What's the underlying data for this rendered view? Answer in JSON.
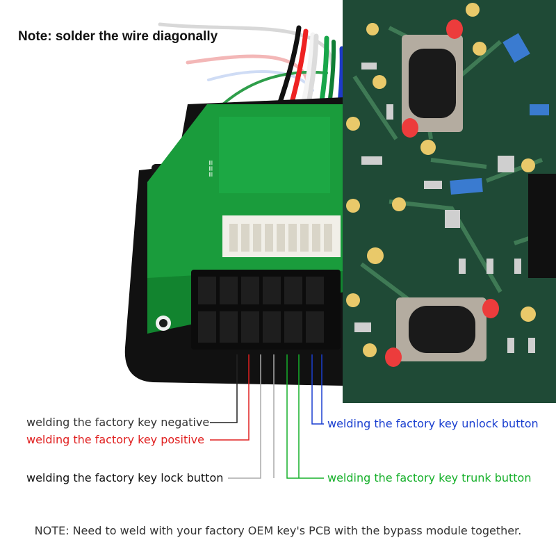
{
  "header": {
    "note": "Note: solder the wire diagonally"
  },
  "labels": {
    "negative": "welding the factory key negative",
    "positive": "welding the factory key positive",
    "lock": "welding the factory key lock button",
    "unlock": "welding the factory key unlock button",
    "trunk": "welding the factory key trunk button"
  },
  "footer": {
    "note": "NOTE: Need to weld with your factory OEM key's PCB with the bypass module together."
  },
  "colors": {
    "negative": "#222222",
    "positive": "#e02020",
    "lock": "#9a9a9a",
    "unlock": "#1a3fd0",
    "trunk": "#16b02a",
    "footer": "#333333"
  }
}
